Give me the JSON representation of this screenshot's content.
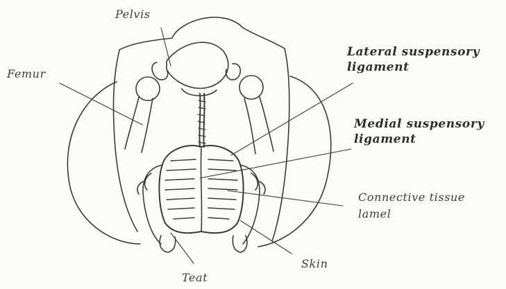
{
  "labels": {
    "pelvis": "Pelvis",
    "femur": "Femur",
    "lateral_line1": "Lateral suspensory",
    "lateral_line2": "ligament",
    "medial_line1": "Medial suspensory",
    "medial_line2": "ligament",
    "connective_line1": "Connective tissue",
    "connective_line2": "lamel",
    "skin": "Skin",
    "teat": "Teat"
  },
  "colors": {
    "ink": "#3a3a3a",
    "paper": "#fbfbf8"
  }
}
